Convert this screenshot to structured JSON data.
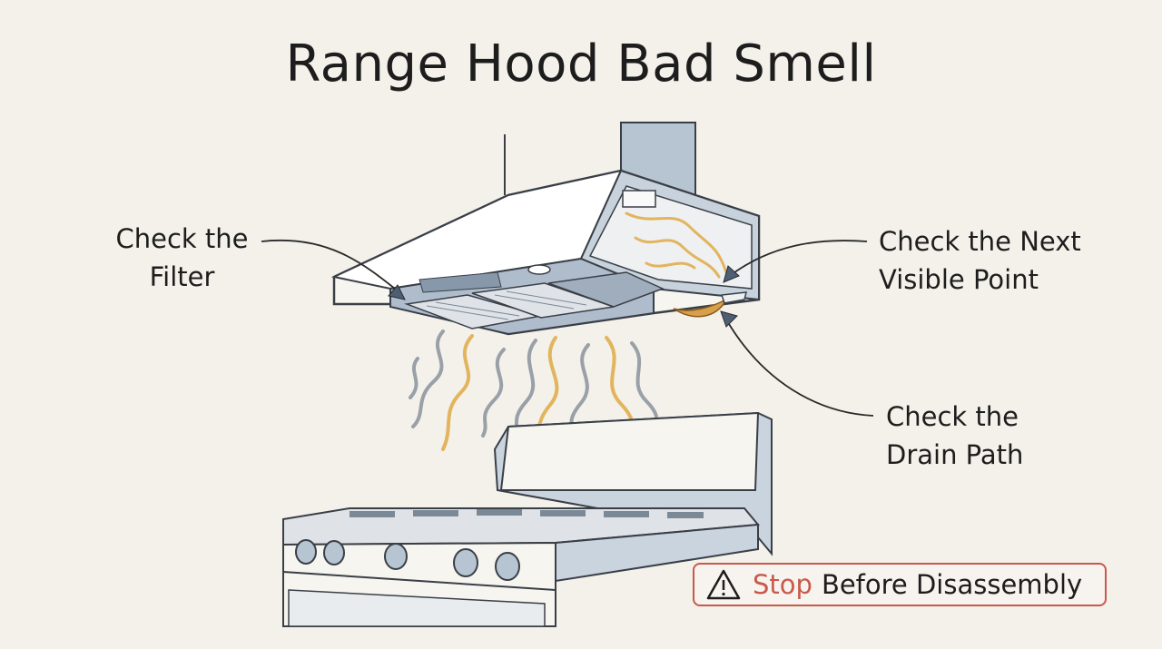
{
  "title": "Range Hood Bad Smell",
  "callouts": {
    "filter": {
      "line1": "Check the",
      "line2": "Filter"
    },
    "next_point": {
      "line1": "Check the Next",
      "line2": "Visible Point"
    },
    "drain": {
      "line1": "Check the",
      "line2": "Drain Path"
    }
  },
  "warning": {
    "icon": "warning-triangle-icon",
    "emphasis": "Stop",
    "text": "Before Disassembly"
  },
  "colors": {
    "background": "#f3f1ea",
    "steel": "#b7c4d2",
    "outline": "#3a3f47",
    "odor": "#e3b45e",
    "smoke": "#9aa0a8",
    "warning": "#c9594b"
  }
}
